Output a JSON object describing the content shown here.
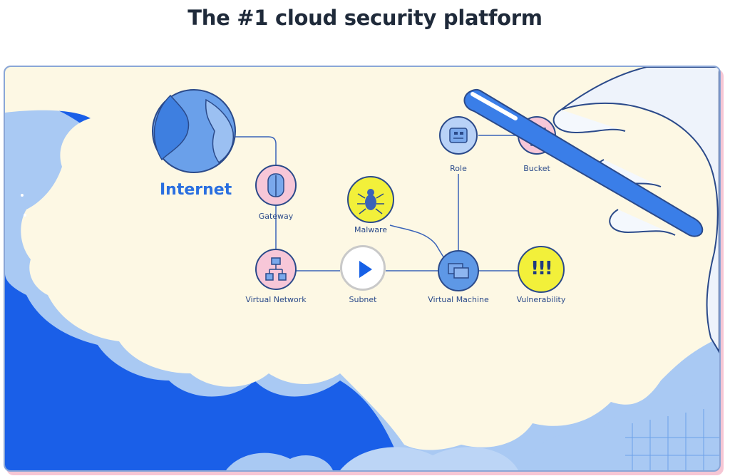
{
  "header": {
    "title": "The #1 cloud security platform"
  },
  "video": {
    "play_label": "Play video",
    "internet_label": "Internet",
    "nodes": {
      "gateway": "Gateway",
      "virtual_network": "Virtual Network",
      "subnet": "Subnet",
      "malware": "Malware",
      "virtual_machine": "Virtual Machine",
      "vulnerability": "Vulnerability",
      "role": "Role",
      "bucket": "Bucket",
      "vulnerability_glyph": "!!!"
    },
    "colors": {
      "cloud_fill": "#fdf8e4",
      "deep_blue": "#1a5fe8",
      "light_blue": "#a9c9f3",
      "pink_node": "#f7c7d8",
      "yellow_node": "#f2f03a",
      "node_blue": "#5e98e6"
    }
  }
}
